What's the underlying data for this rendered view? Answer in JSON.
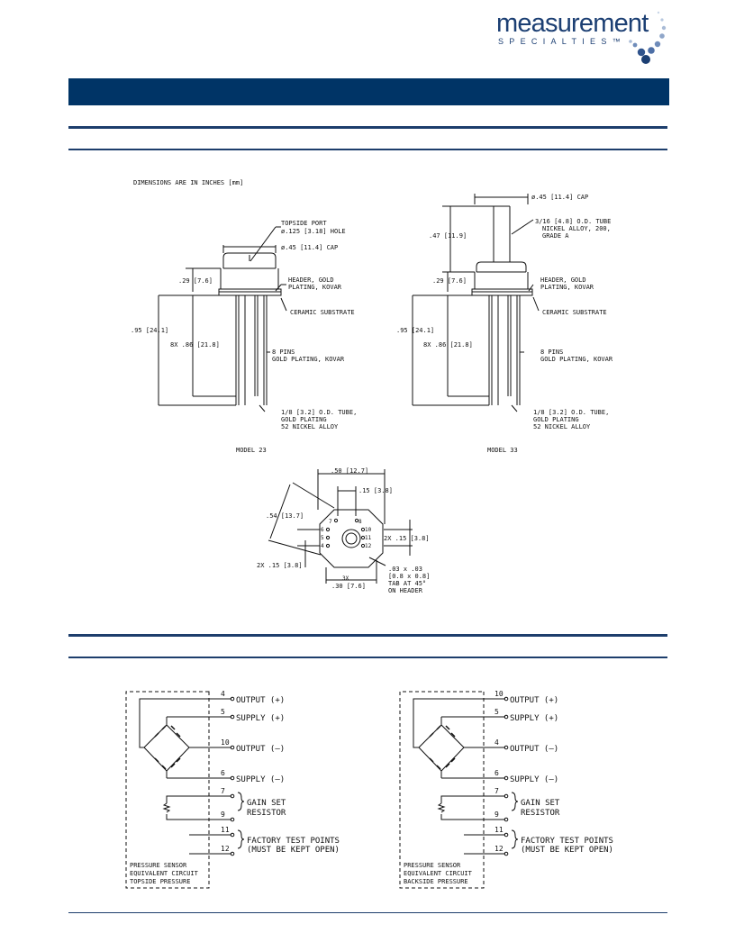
{
  "header": {
    "logo_word": "measurement",
    "logo_sub": "SPECIALTIES™",
    "colors": {
      "brand": "#1c3f73",
      "title_bar": "#003466",
      "rule": "#1d3e6c"
    }
  },
  "dimensions": {
    "note": "DIMENSIONS ARE IN INCHES [mm]",
    "model23": {
      "caption": "MODEL 23",
      "topside_port": "TOPSIDE PORT",
      "hole": "ø.125 [3.18] HOLE",
      "cap": "ø.45 [11.4] CAP",
      "cap_height": ".29 [7.6]",
      "header_1": "HEADER, GOLD",
      "header_2": "PLATING, KOVAR",
      "ceramic": "CERAMIC SUBSTRATE",
      "overall": ".95 [24.1]",
      "pin_len": "8X .86 [21.8]",
      "pins_1": "8 PINS",
      "pins_2": "GOLD PLATING, KOVAR",
      "tube_1": "1/8 [3.2] O.D. TUBE,",
      "tube_2": "GOLD PLATING",
      "tube_3": "52 NICKEL ALLOY"
    },
    "model33": {
      "caption": "MODEL 33",
      "cap": "ø.45 [11.4] CAP",
      "tube_top_1": "3/16 [4.8] O.D. TUBE",
      "tube_top_2": "NICKEL ALLOY, 200,",
      "tube_top_3": "GRADE A",
      "tube_height": ".47 [11.9]",
      "cap_height": ".29 [7.6]",
      "header_1": "HEADER, GOLD",
      "header_2": "PLATING, KOVAR",
      "ceramic": "CERAMIC SUBSTRATE",
      "overall": ".95 [24.1]",
      "pin_len": "8X .86 [21.8]",
      "pins_1": "8 PINS",
      "pins_2": "GOLD PLATING, KOVAR",
      "tube_1": "1/8 [3.2] O.D. TUBE,",
      "tube_2": "GOLD PLATING",
      "tube_3": "52 NICKEL ALLOY"
    },
    "bottom_view": {
      "width": ".50 [12.7]",
      "pin_off": ".15 [3.8]",
      "diag": ".54 [13.7]",
      "right_2x": "2X .15 [3.8]",
      "left_2x": "2X .15 [3.8]",
      "three_x": "3X",
      "bottom": ".30 [7.6]",
      "tab_1": ".03 x .03",
      "tab_2": "[0.8 x 0.8]",
      "tab_3": "TAB AT 45°",
      "tab_4": "ON HEADER",
      "pins": [
        "7",
        "8",
        "6",
        "5",
        "4",
        "10",
        "11",
        "12"
      ]
    }
  },
  "circuits": {
    "left": {
      "pins": [
        "4",
        "5",
        "10",
        "6",
        "7",
        "9",
        "11",
        "12"
      ],
      "labels": [
        "OUTPUT (+)",
        "SUPPLY (+)",
        "OUTPUT (–)",
        "SUPPLY (–)",
        "GAIN SET",
        "RESISTOR",
        "FACTORY TEST POINTS",
        "(MUST BE KEPT OPEN)"
      ],
      "box_1": "PRESSURE SENSOR",
      "box_2": "EQUIVALENT CIRCUIT",
      "box_3": "TOPSIDE PRESSURE"
    },
    "right": {
      "pins": [
        "10",
        "5",
        "4",
        "6",
        "7",
        "9",
        "11",
        "12"
      ],
      "labels": [
        "OUTPUT (+)",
        "SUPPLY (+)",
        "OUTPUT (–)",
        "SUPPLY (–)",
        "GAIN SET",
        "RESISTOR",
        "FACTORY TEST POINTS",
        "(MUST BE KEPT OPEN)"
      ],
      "box_1": "PRESSURE SENSOR",
      "box_2": "EQUIVALENT CIRCUIT",
      "box_3": "BACKSIDE PRESSURE"
    }
  }
}
